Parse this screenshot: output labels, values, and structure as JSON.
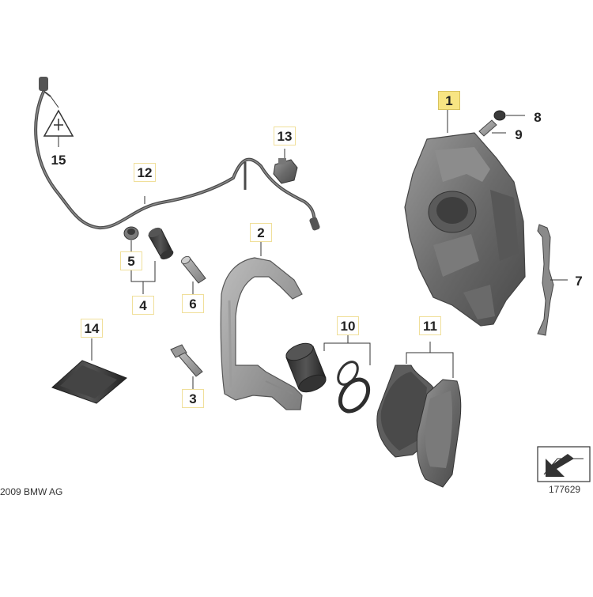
{
  "callouts": {
    "c1": "1",
    "c2": "2",
    "c3": "3",
    "c4": "4",
    "c5": "5",
    "c6": "6",
    "c7": "7",
    "c8": "8",
    "c9": "9",
    "c10": "10",
    "c11": "11",
    "c12": "12",
    "c13": "13",
    "c14": "14",
    "c15": "15"
  },
  "copyright": "2009 BMW AG",
  "image_number": "177629",
  "colors": {
    "part_gray": "#6e6e6e",
    "dark_gray": "#3a3a3a",
    "highlight": "#f8e583",
    "label_border": "#f0df9a"
  }
}
